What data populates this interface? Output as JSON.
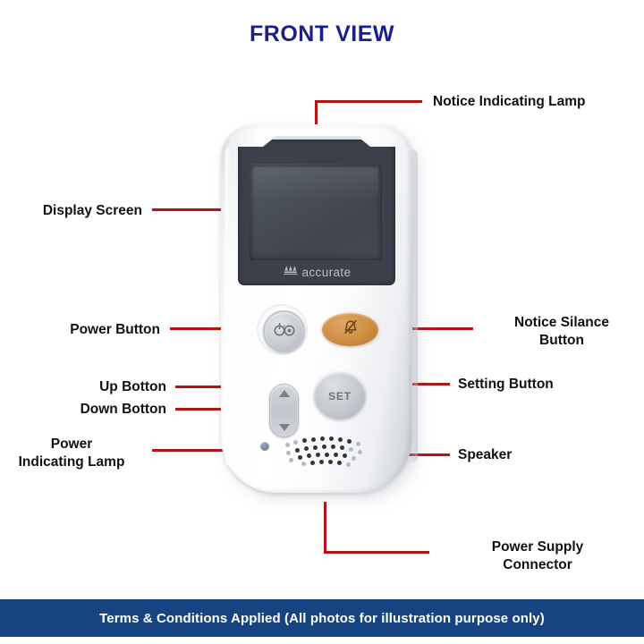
{
  "header": {
    "title": "FRONT VIEW"
  },
  "colors": {
    "title_blue": "#1b1f8a",
    "leader_red": "#b11616",
    "banner_blue": "#164480",
    "silence_button_orange": "#cf8f45",
    "label_black": "#111111"
  },
  "device": {
    "brand_name": "accurate",
    "brand_mark_icon": "mountain-logo-icon",
    "set_button_label": "SET",
    "power_button_icon": "power-icon",
    "silence_button_icon": "bell-muted-icon",
    "up_button_icon": "triangle-up-icon",
    "down_button_icon": "triangle-down-icon",
    "speaker_icon": "speaker-grille-icon",
    "notice_lamp_icon": "indicator-strip-icon",
    "power_lamp_icon": "led-dot-icon"
  },
  "callouts": [
    {
      "id": "notice-indicating-lamp",
      "label": "Notice Indicating Lamp",
      "side": "right"
    },
    {
      "id": "display-screen",
      "label": "Display Screen",
      "side": "left"
    },
    {
      "id": "power-button",
      "label": "Power Button",
      "side": "left"
    },
    {
      "id": "notice-silance-button",
      "label": "Notice Silance\nButton",
      "side": "right"
    },
    {
      "id": "up-botton",
      "label": "Up Botton",
      "side": "left"
    },
    {
      "id": "setting-button",
      "label": "Setting Button",
      "side": "right"
    },
    {
      "id": "down-botton",
      "label": "Down Botton",
      "side": "left"
    },
    {
      "id": "power-indicating-lamp",
      "label": "Power\nIndicating Lamp",
      "side": "left"
    },
    {
      "id": "speaker",
      "label": "Speaker",
      "side": "right"
    },
    {
      "id": "power-supply-connector",
      "label": "Power Supply\nConnector",
      "side": "right"
    }
  ],
  "footer": {
    "disclaimer": "Terms & Conditions Applied  (All photos for illustration purpose only)"
  }
}
